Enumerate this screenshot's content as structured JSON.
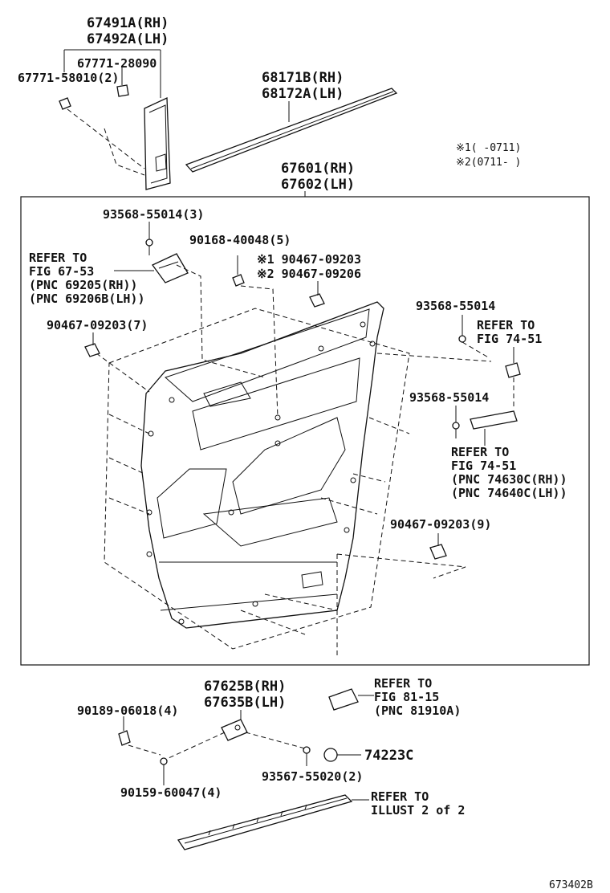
{
  "labels": {
    "p67491": "67491A(RH)",
    "p67492": "67492A(LH)",
    "p67771_28090": "67771-28090",
    "p67771_58010": "67771-58010(2)",
    "p68171": "68171B(RH)",
    "p68172": "68172A(LH)",
    "note1": "※1(    -0711)",
    "note2": "※2(0711-    )",
    "p67601": "67601(RH)",
    "p67602": "67602(LH)",
    "p93568_3": "93568-55014(3)",
    "p90168": "90168-40048(5)",
    "ref6753_a": "REFER TO",
    "ref6753_b": "FIG 67-53",
    "ref6753_c": "(PNC 69205(RH))",
    "ref6753_d": "(PNC 69206B(LH))",
    "p904_1": "※1 90467-09203",
    "p904_2": "※2 90467-09206",
    "p93568_r": "93568-55014",
    "ref7451_a": "REFER TO",
    "ref7451_b": "FIG 74-51",
    "p90467_7": "90467-09203(7)",
    "p93568_m": "93568-55014",
    "ref7451b_a": "REFER TO",
    "ref7451b_b": "FIG 74-51",
    "ref7451b_c": "(PNC 74630C(RH))",
    "ref7451b_d": "(PNC 74640C(LH))",
    "p90467_9": "90467-09203(9)",
    "p67625": "67625B(RH)",
    "p67635": "67635B(LH)",
    "ref8115_a": "REFER TO",
    "ref8115_b": "FIG 81-15",
    "ref8115_c": "(PNC 81910A)",
    "p90189": "90189-06018(4)",
    "p74223": "74223C",
    "p93567": "93567-55020(2)",
    "p90159": "90159-60047(4)",
    "refIll_a": "REFER TO",
    "refIll_b": "ILLUST 2 of 2",
    "figcode": "673402B"
  }
}
